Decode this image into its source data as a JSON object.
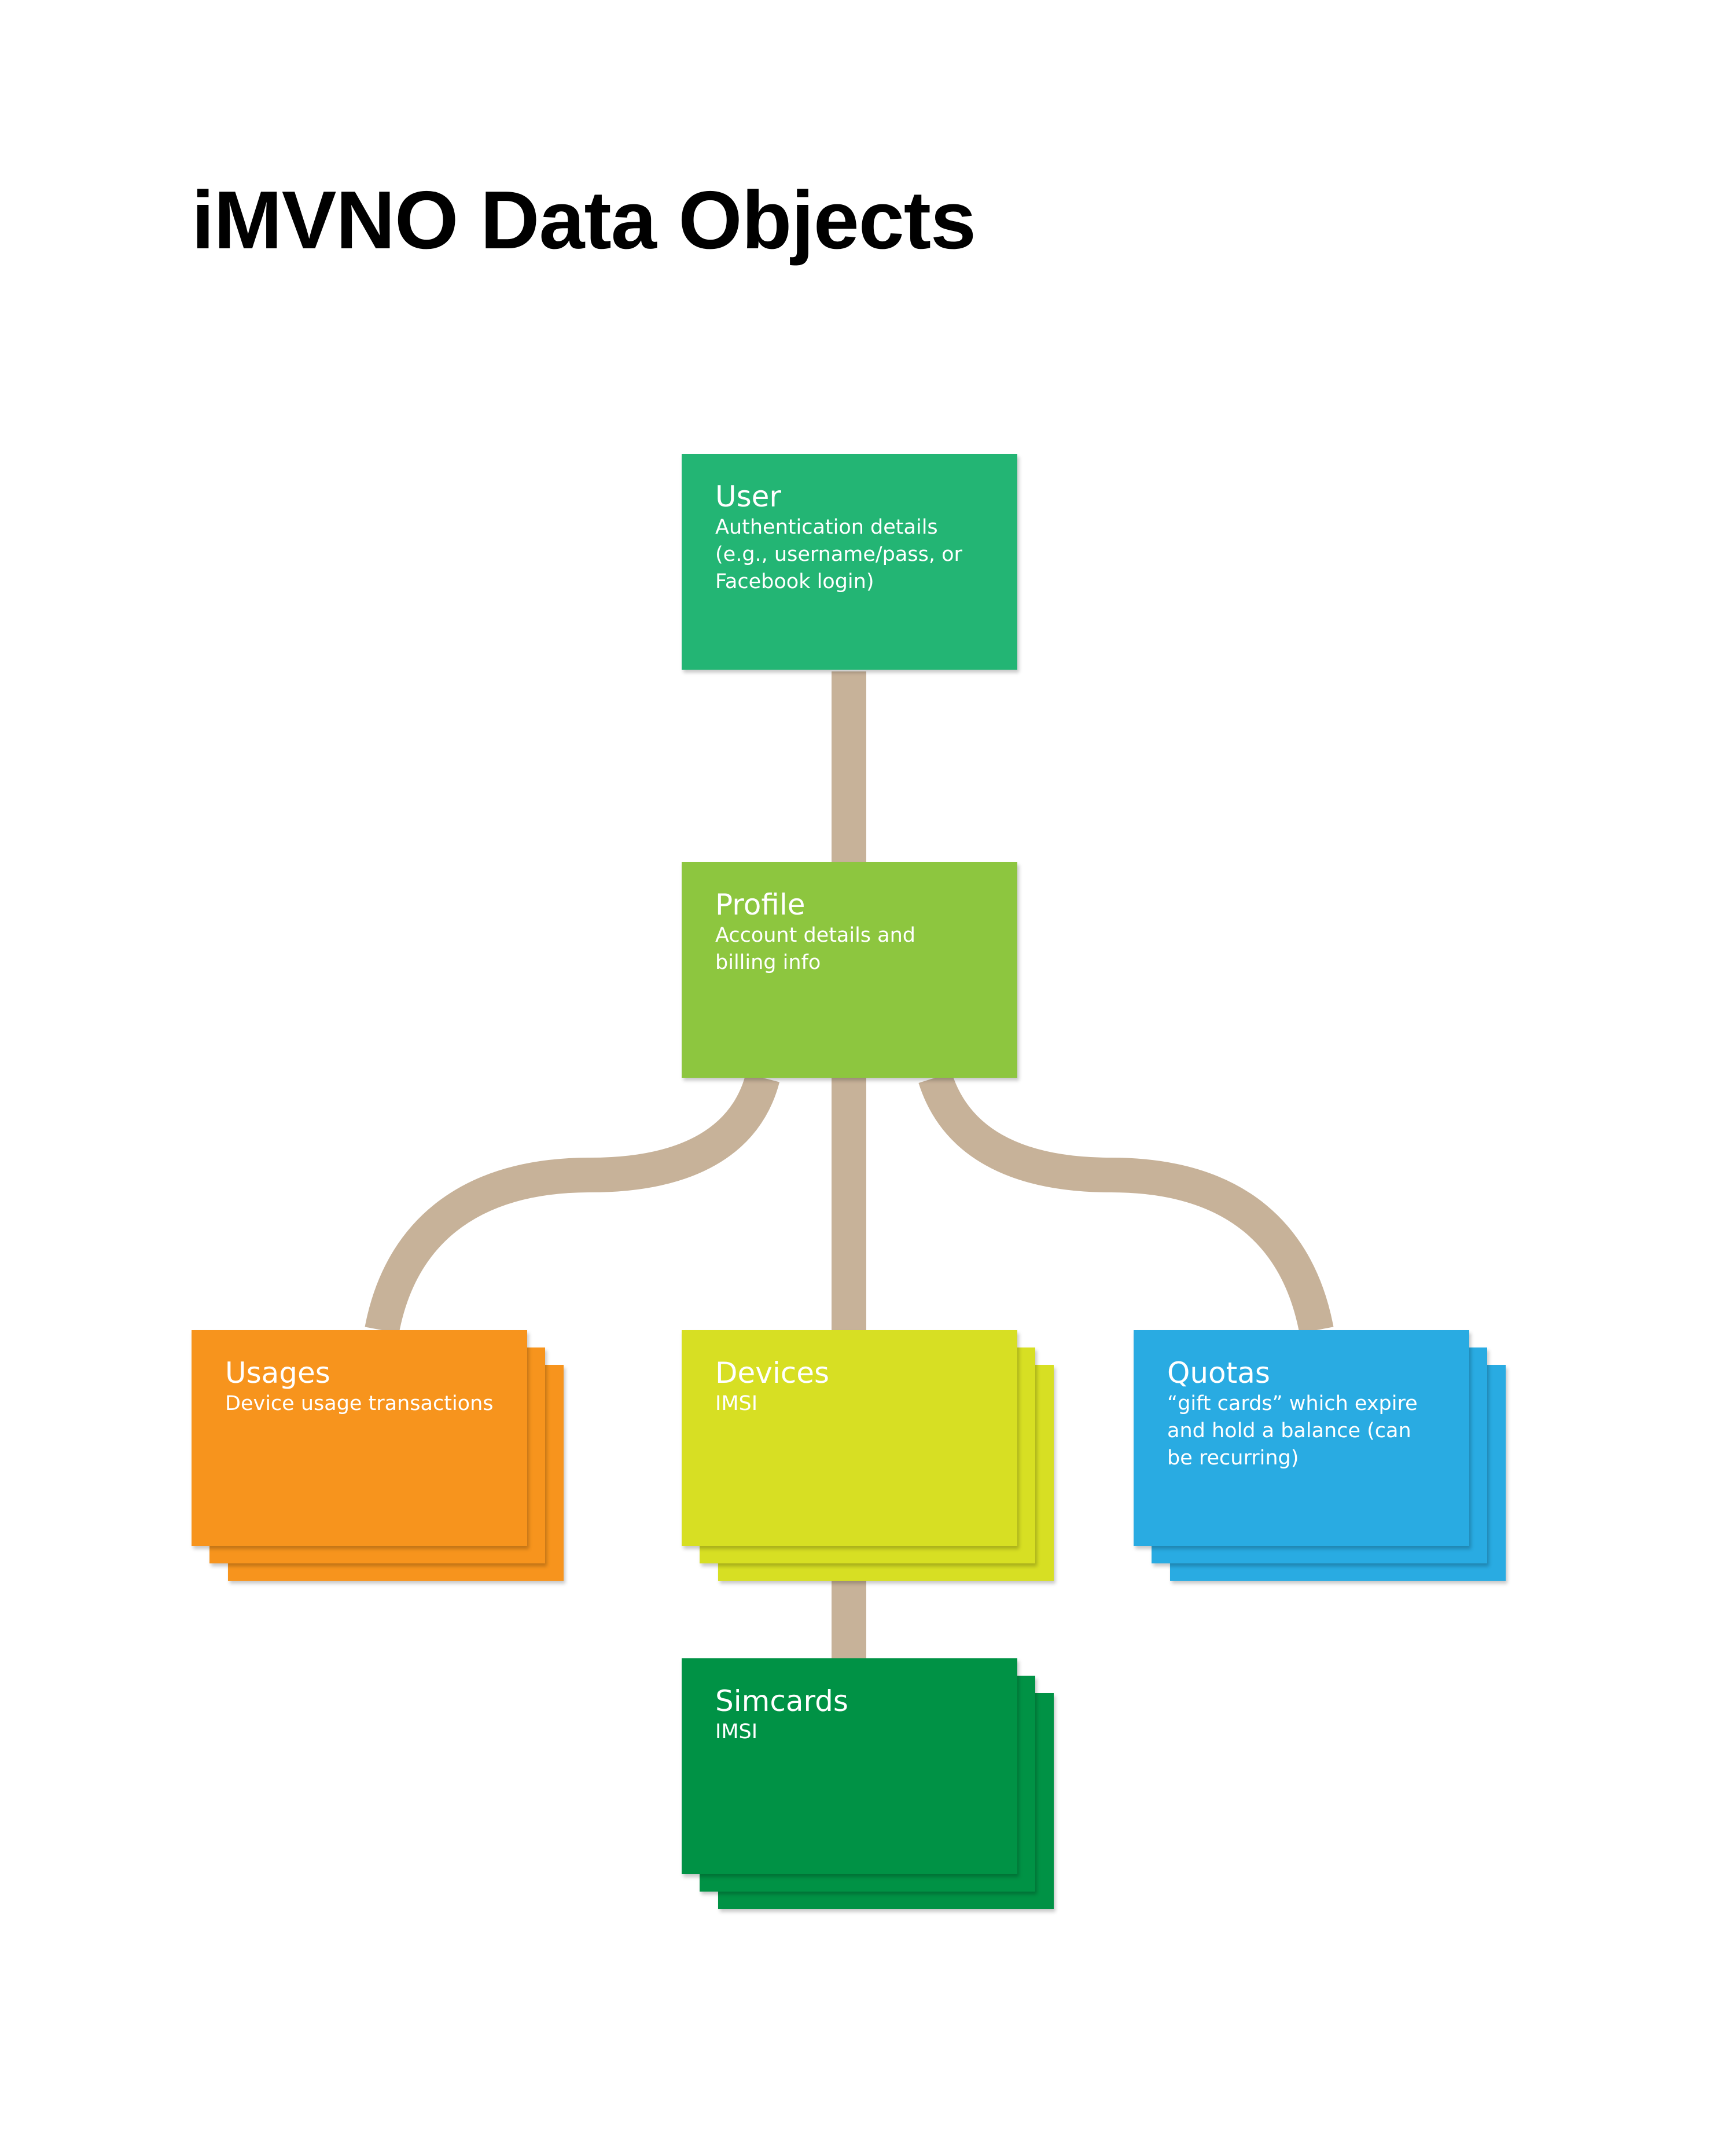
{
  "title": "iMVNO Data Objects",
  "colors": {
    "connector": "#C7B299",
    "user": "#23B574",
    "profile": "#8DC63F",
    "usages": "#F7941D",
    "devices": "#D7DF23",
    "quotas": "#29ABE2",
    "simcards": "#009245"
  },
  "nodes": {
    "user": {
      "title": "User",
      "description": "Authentication details\n(e.g., username/pass, or\nFacebook login)"
    },
    "profile": {
      "title": "Profile",
      "description": "Account details and\nbilling info"
    },
    "usages": {
      "title": "Usages",
      "description": "Device usage transactions"
    },
    "devices": {
      "title": "Devices",
      "description": "IMSI"
    },
    "quotas": {
      "title": "Quotas",
      "description": "“gift cards” which expire\nand hold a balance (can\nbe recurring)"
    },
    "simcards": {
      "title": "Simcards",
      "description": "IMSI"
    }
  },
  "edges": [
    {
      "from": "user",
      "to": "profile"
    },
    {
      "from": "profile",
      "to": "usages"
    },
    {
      "from": "profile",
      "to": "devices"
    },
    {
      "from": "profile",
      "to": "quotas"
    },
    {
      "from": "devices",
      "to": "simcards"
    }
  ]
}
